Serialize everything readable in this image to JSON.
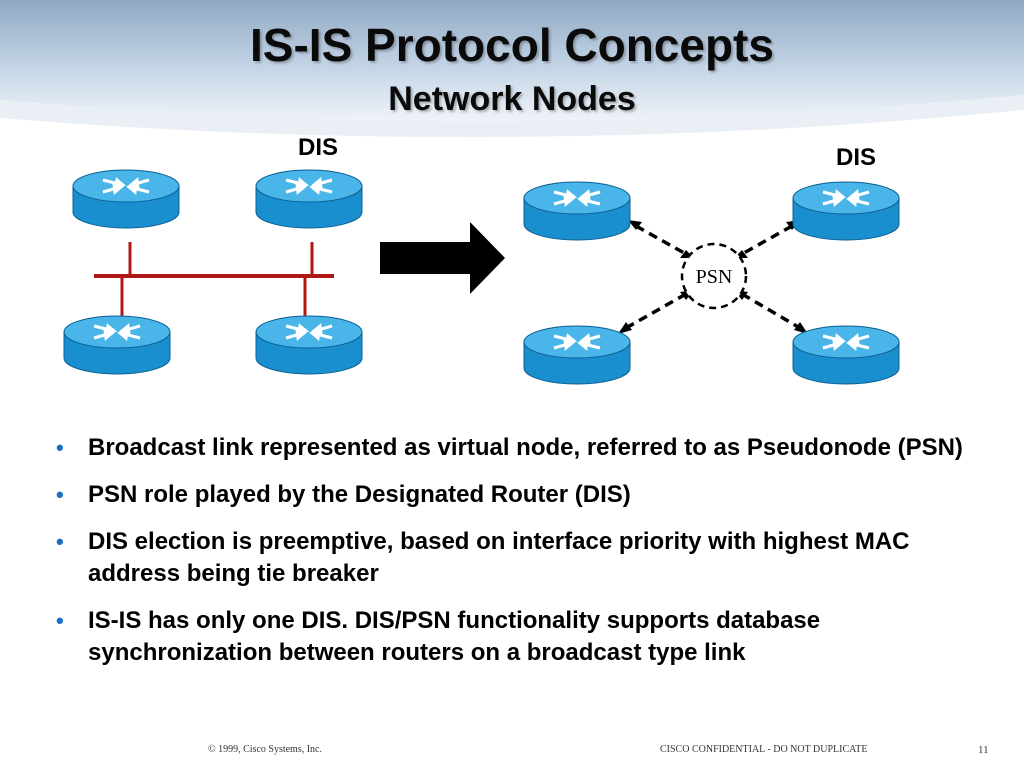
{
  "slide": {
    "title": "IS-IS Protocol Concepts",
    "subtitle": "Network Nodes"
  },
  "diagram": {
    "left_dis_label": "DIS",
    "right_dis_label": "DIS",
    "pseudonode_label": "PSN",
    "router_icon": "router-icon",
    "transition_arrow_icon": "right-arrow-icon",
    "colors": {
      "router_body": "#1a8fd0",
      "router_top": "#49b5e8",
      "lan_segment": "#b01818",
      "arrow": "#000000"
    }
  },
  "bullets": [
    "Broadcast link represented as virtual node, referred to as Pseudonode (PSN)",
    "PSN role played by the Designated Router (DIS)",
    "DIS election is preemptive, based on interface priority with highest MAC address being tie breaker",
    "IS-IS has only one DIS. DIS/PSN functionality supports database synchronization between routers  on a broadcast type link"
  ],
  "footer": {
    "copyright": "© 1999, Cisco Systems, Inc.",
    "confidential": "CISCO CONFIDENTIAL - DO NOT DUPLICATE",
    "page_number": "11"
  }
}
